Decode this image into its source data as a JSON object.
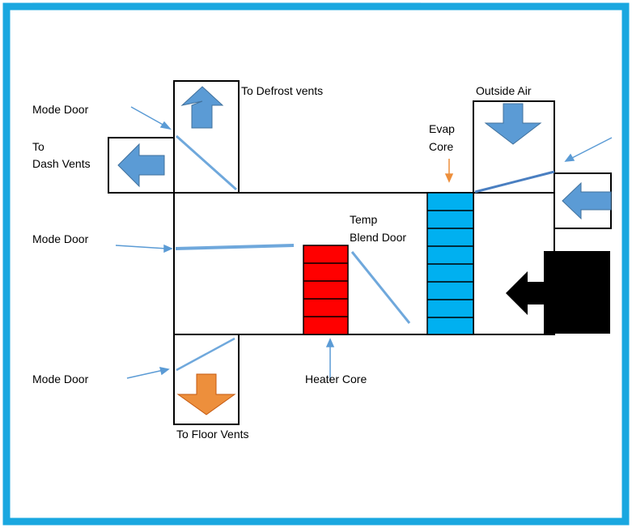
{
  "labels": {
    "mode_door_top": "Mode Door",
    "to": "To",
    "dash_vents": "Dash Vents",
    "to_defrost_vents": "To Defrost vents",
    "outside_air": "Outside Air",
    "evap": "Evap",
    "core": "Core",
    "mode_door_mid": "Mode Door",
    "temp": "Temp",
    "blend_door": "Blend Door",
    "mode_door_bottom": "Mode Door",
    "heater_core": "Heater Core",
    "to_floor_vents": "To Floor Vents"
  },
  "colors": {
    "frame_border": "#1aa7e0",
    "background_tint": "#e6f3fb",
    "arrow_blue": "#5b9bd5",
    "arrow_orange": "#ed8f3c",
    "door_line": "#6fa8dc",
    "heater_core": "#ff0000",
    "evap_core": "#00b0f0",
    "blower": "#000000"
  },
  "icons": {
    "defrost": "arrow-up-icon",
    "dash": "arrow-left-icon",
    "outside_air": "arrow-down-icon",
    "recirc": "arrow-left-icon",
    "floor": "arrow-down-icon",
    "blower": "arrow-left-icon"
  }
}
